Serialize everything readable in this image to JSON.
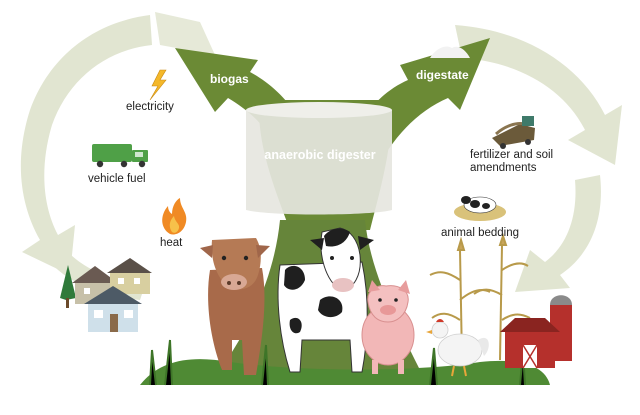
{
  "digester": {
    "label": "anaerobic digester"
  },
  "outputs": {
    "biogas": {
      "label": "biogas",
      "icon": "flame-icon"
    },
    "digestate": {
      "label": "digestate",
      "icon": "pile-icon"
    }
  },
  "biogas_uses": [
    {
      "label": "electricity",
      "icon": "lightning-icon"
    },
    {
      "label": "vehicle fuel",
      "icon": "truck-icon"
    },
    {
      "label": "heat",
      "icon": "flame-icon"
    }
  ],
  "digestate_uses": [
    {
      "label": "fertilizer and soil amendments",
      "line1": "fertilizer and soil",
      "line2": "amendments",
      "icon": "spreader-icon"
    },
    {
      "label": "animal bedding",
      "icon": "cow-bedding-icon"
    }
  ],
  "colors": {
    "cycle_arrow": "#dfe4cf",
    "main_green": "#6b8a35",
    "digester": "#e4e4de",
    "accent_fire": "#f2a23a"
  }
}
